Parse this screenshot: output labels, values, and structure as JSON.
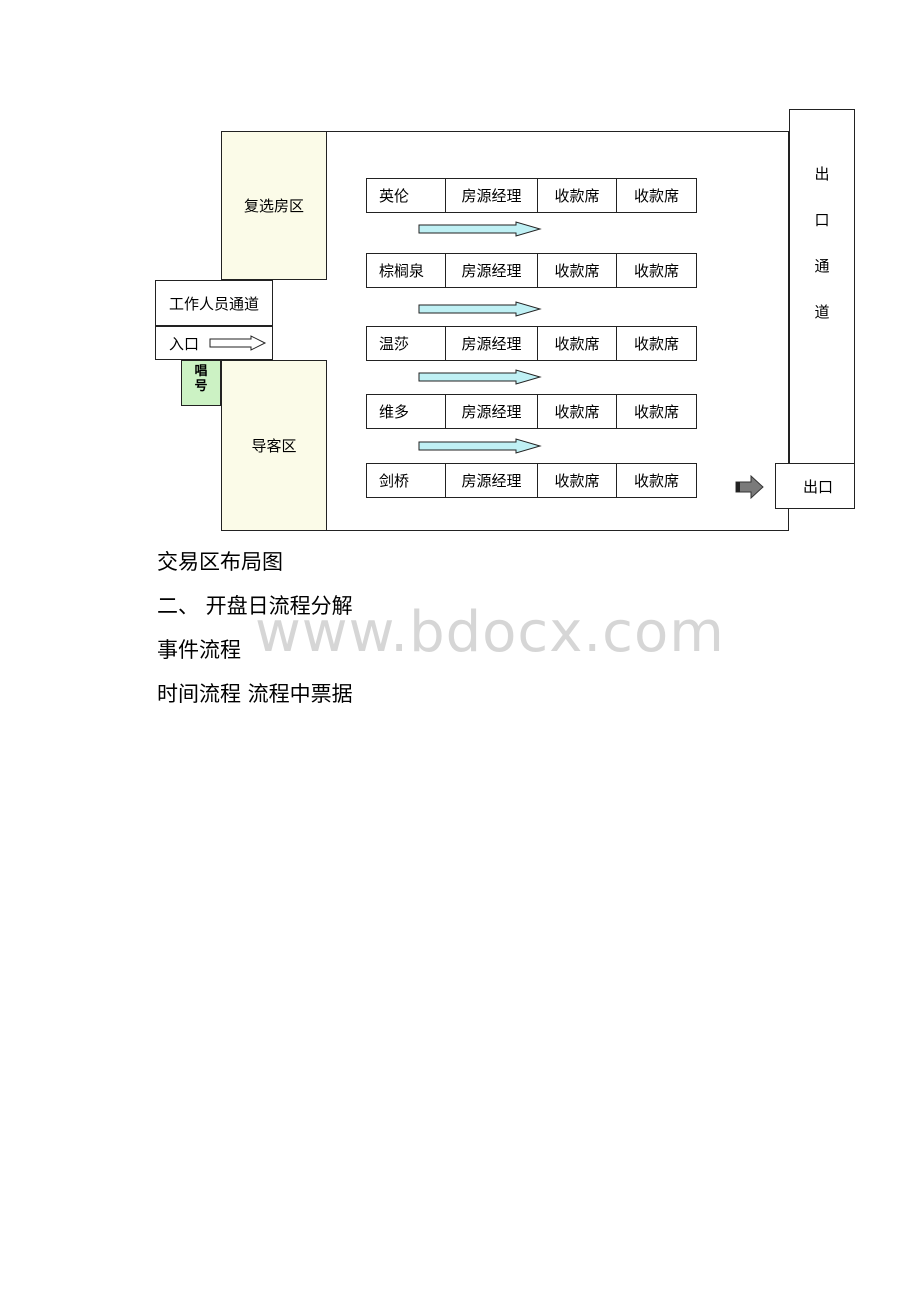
{
  "diagram": {
    "zones": {
      "review": "复选房区",
      "guide": "导客区",
      "staff_passage": "工作人员通道",
      "entrance": "入口",
      "call_number": [
        "唱",
        "号"
      ],
      "exit_passage": [
        "出",
        "口",
        "通",
        "道"
      ],
      "exit": "出口"
    },
    "rows": [
      {
        "name": "英伦",
        "manager": "房源经理",
        "cashier1": "收款席",
        "cashier2": "收款席"
      },
      {
        "name": "棕榈泉",
        "manager": "房源经理",
        "cashier1": "收款席",
        "cashier2": "收款席"
      },
      {
        "name": "温莎",
        "manager": "房源经理",
        "cashier1": "收款席",
        "cashier2": "收款席"
      },
      {
        "name": "维多",
        "manager": "房源经理",
        "cashier1": "收款席",
        "cashier2": "收款席"
      },
      {
        "name": "剑桥",
        "manager": "房源经理",
        "cashier1": "收款席",
        "cashier2": "收款席"
      }
    ]
  },
  "text": {
    "caption": "交易区布局图",
    "section": "二、 开盘日流程分解",
    "line1": "事件流程",
    "line2": "时间流程 流程中票据"
  },
  "watermark": "www.bdocx.com",
  "colors": {
    "zone_fill": "#fbfbe8",
    "call_fill": "#ccf2c4",
    "flow_arrow_fill": "#bff0f4",
    "exit_arrow_fill": "#7a7a7a",
    "watermark": "#d6d6d6"
  }
}
